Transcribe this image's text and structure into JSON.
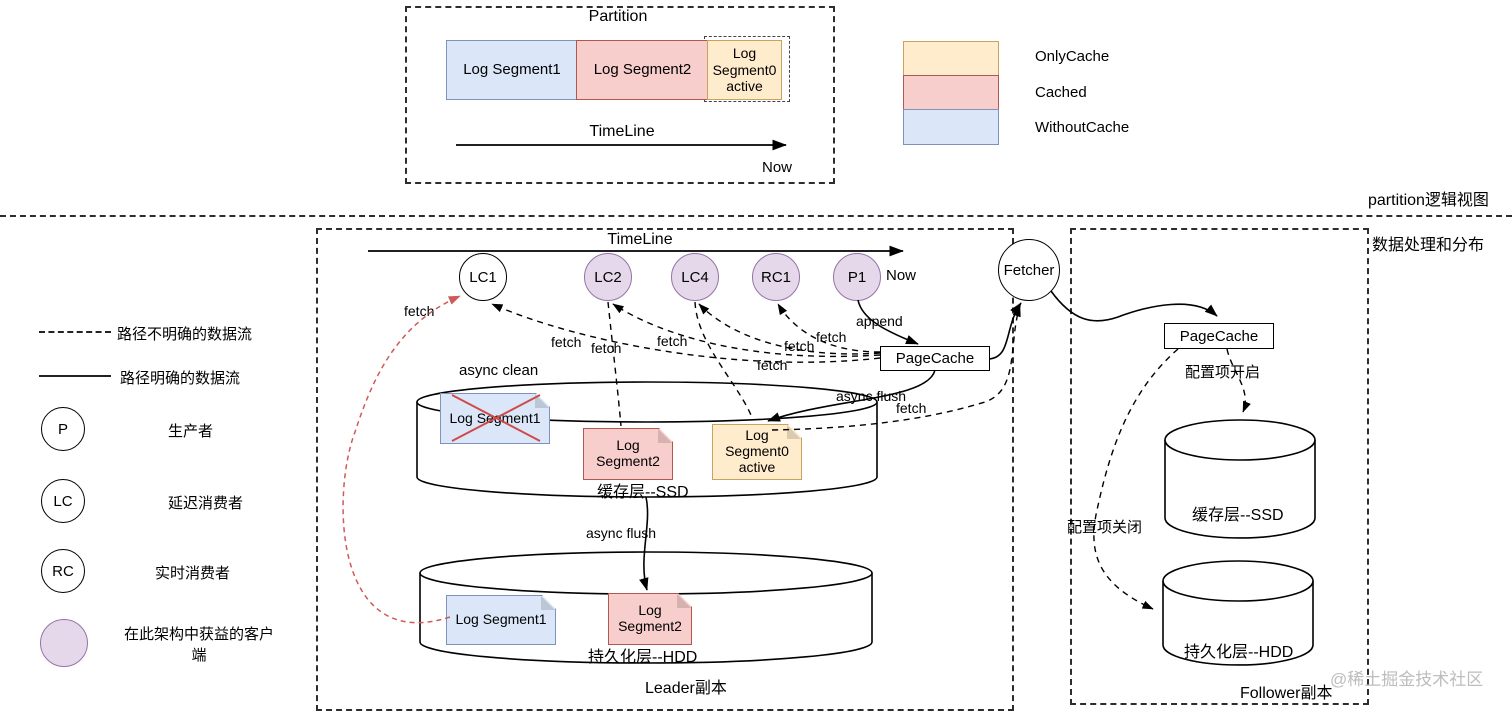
{
  "colors": {
    "only_cache_fill": "#ffeccd",
    "only_cache_border": "#c9a25f",
    "cached_fill": "#f8cecc",
    "cached_border": "#b2574f",
    "without_cache_fill": "#dbe7f8",
    "without_cache_border": "#7d93bb",
    "beneficiary_fill": "#e5d8ea",
    "beneficiary_border": "#9673a6",
    "delete_cross_red": "#cf4a4a",
    "unclear_red_path": "#cf6a6a"
  },
  "partition_view": {
    "section_label": "partition逻辑视图",
    "title": "Partition",
    "segments": [
      {
        "label": "Log Segment1",
        "type": "WithoutCache"
      },
      {
        "label": "Log Segment2",
        "type": "Cached"
      },
      {
        "label": "Log Segment0 active",
        "type": "OnlyCache"
      }
    ],
    "timeline_label": "TimeLine",
    "now_label": "Now",
    "cache_legend": [
      {
        "label": "OnlyCache"
      },
      {
        "label": "Cached"
      },
      {
        "label": "WithoutCache"
      }
    ]
  },
  "flow_legend": {
    "unclear_path_label": "路径不明确的数据流",
    "clear_path_label": "路径明确的数据流",
    "producer_symbol": "P",
    "producer_label": "生产者",
    "lazy_consumer_symbol": "LC",
    "lazy_consumer_label": "延迟消费者",
    "realtime_consumer_symbol": "RC",
    "realtime_consumer_label": "实时消费者",
    "beneficiary_label": "在此架构中获益的客户端"
  },
  "main": {
    "section_label": "数据处理和分布",
    "timeline_label": "TimeLine",
    "now_label": "Now",
    "nodes": {
      "lc1": "LC1",
      "lc2": "LC2",
      "lc4": "LC4",
      "rc1": "RC1",
      "p1": "P1",
      "fetcher": "Fetcher"
    },
    "labels": {
      "fetch": "fetch",
      "append": "append",
      "async_clean": "async clean",
      "async_flush": "async flush"
    },
    "leader": {
      "pagecache_label": "PageCache",
      "ssd_label": "缓存层--SSD",
      "hdd_label": "持久化层--HDD",
      "replica_label": "Leader副本",
      "ssd_segments": [
        {
          "label": "Log Segment1",
          "deleted": true
        },
        {
          "label": "Log Segment2",
          "deleted": false
        },
        {
          "label": "Log Segment0 active",
          "deleted": false
        }
      ],
      "hdd_segments": [
        {
          "label": "Log Segment1"
        },
        {
          "label": "Log Segment2"
        }
      ]
    },
    "follower": {
      "pagecache_label": "PageCache",
      "config_on_label": "配置项开启",
      "config_off_label": "配置项关闭",
      "ssd_label": "缓存层--SSD",
      "hdd_label": "持久化层--HDD",
      "replica_label": "Follower副本"
    }
  },
  "watermark": "@稀土掘金技术社区"
}
